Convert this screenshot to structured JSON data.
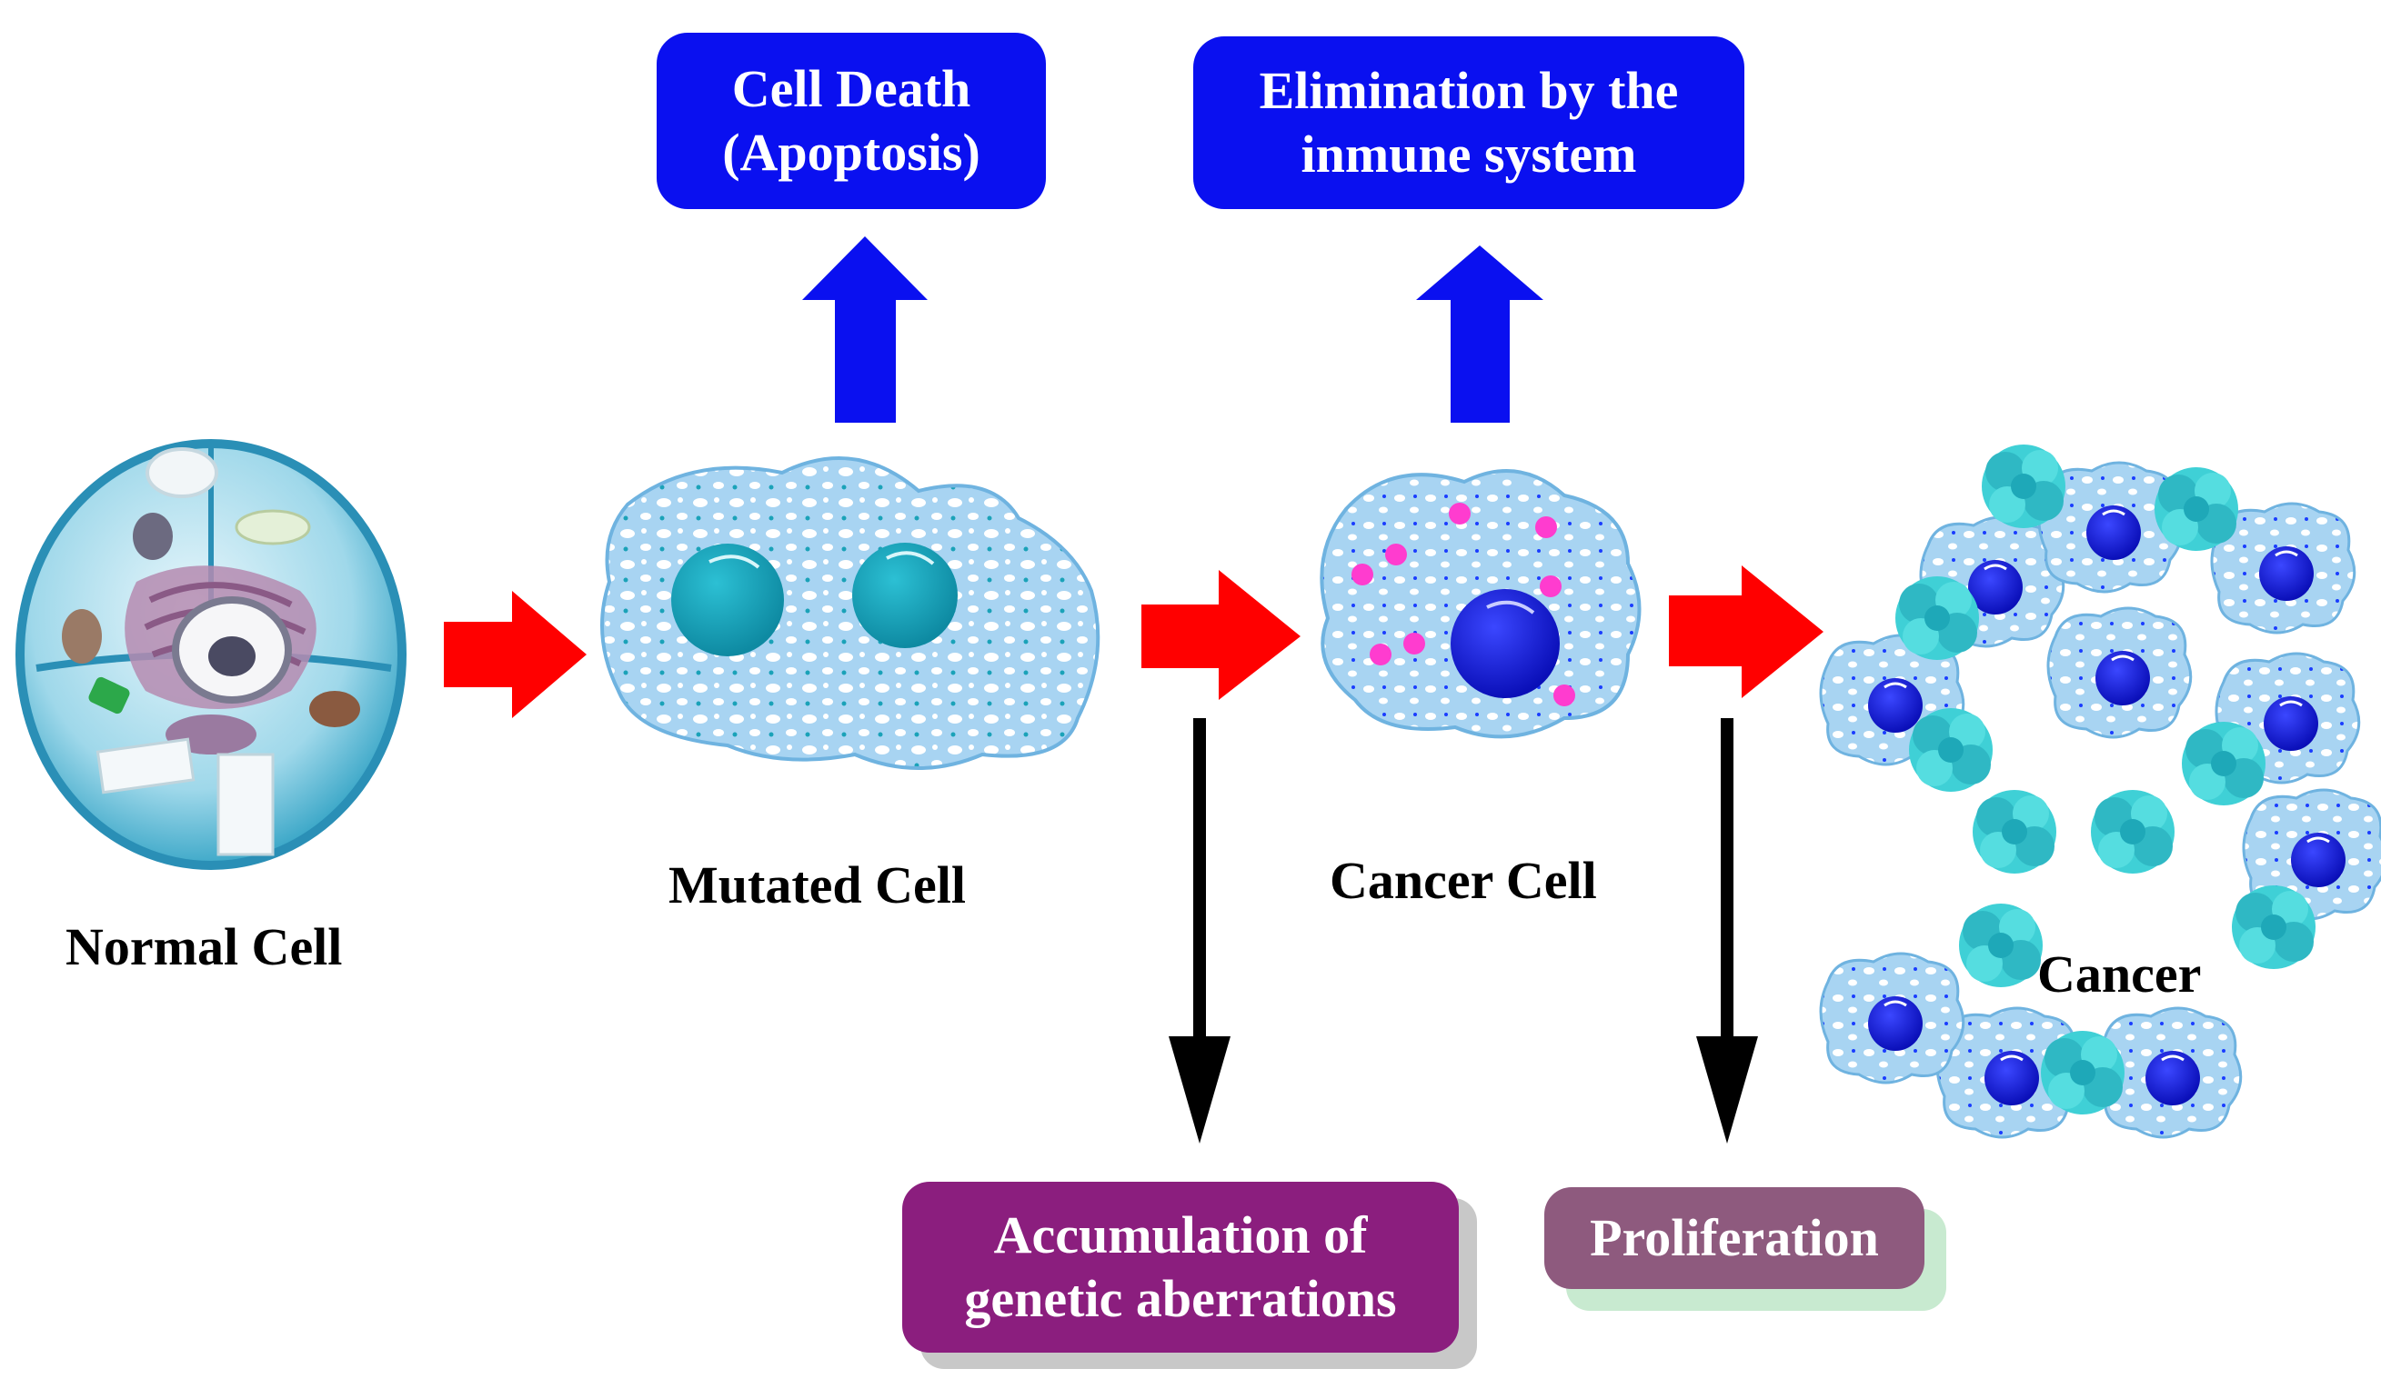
{
  "stages": {
    "normal": "Normal Cell",
    "mutated": "Mutated Cell",
    "cancer_cell": "Cancer Cell",
    "cancer": "Cancer"
  },
  "outcomes": {
    "apoptosis": "Cell Death\n(Apoptosis)",
    "immune": "Elimination by the\ninmune system",
    "accumulation": "Accumulation of\ngenetic aberrations",
    "proliferation": "Proliferation"
  },
  "colors": {
    "flow_arrow": "#ff0000",
    "up_arrow": "#0a10f0",
    "down_arrow": "#000000",
    "cytoplasm": "#a8d4f2",
    "nucleus_teal": "#1aa2b8",
    "nucleus_blue": "#0a0fdc",
    "marker_pink": "#ff3ccf"
  }
}
